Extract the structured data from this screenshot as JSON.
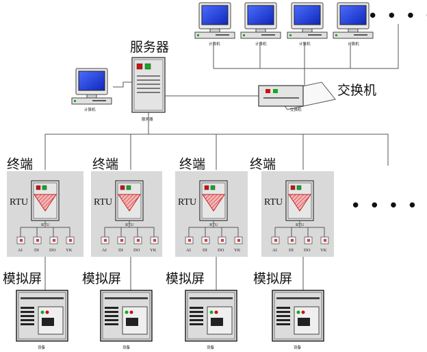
{
  "labels": {
    "server_title": "服务器",
    "server_caption": "服务器",
    "switch_label": "交换机",
    "switch_caption": "交换机",
    "computer_caption": "计算机",
    "ellipsis": "• • • • • •"
  },
  "terminals": [
    {
      "title": "终端",
      "rtu_label": "RTU",
      "rtu_caption": "RTU",
      "io": [
        "AI",
        "DI",
        "DO",
        "YK"
      ],
      "screen_label": "模拟屏",
      "device_caption": "设备"
    },
    {
      "title": "终端",
      "rtu_label": "RTU",
      "rtu_caption": "RTU",
      "io": [
        "AI",
        "DI",
        "DO",
        "YK"
      ],
      "screen_label": "模拟屏",
      "device_caption": "设备"
    },
    {
      "title": "终端",
      "rtu_label": "RTU",
      "rtu_caption": "RTU",
      "io": [
        "AI",
        "DI",
        "DO",
        "YK"
      ],
      "screen_label": "模拟屏",
      "device_caption": "设备"
    },
    {
      "title": "终端",
      "rtu_label": "RTU",
      "rtu_caption": "RTU",
      "io": [
        "AI",
        "DI",
        "DO",
        "YK"
      ],
      "screen_label": "模拟屏",
      "device_caption": "设备"
    }
  ],
  "colors": {
    "monitor_screen": "#1f3fd0",
    "panel_bg": "#d9d9d9",
    "rtu_fan": "#d93030",
    "led_red": "#cc1111",
    "led_green": "#11aa22"
  }
}
